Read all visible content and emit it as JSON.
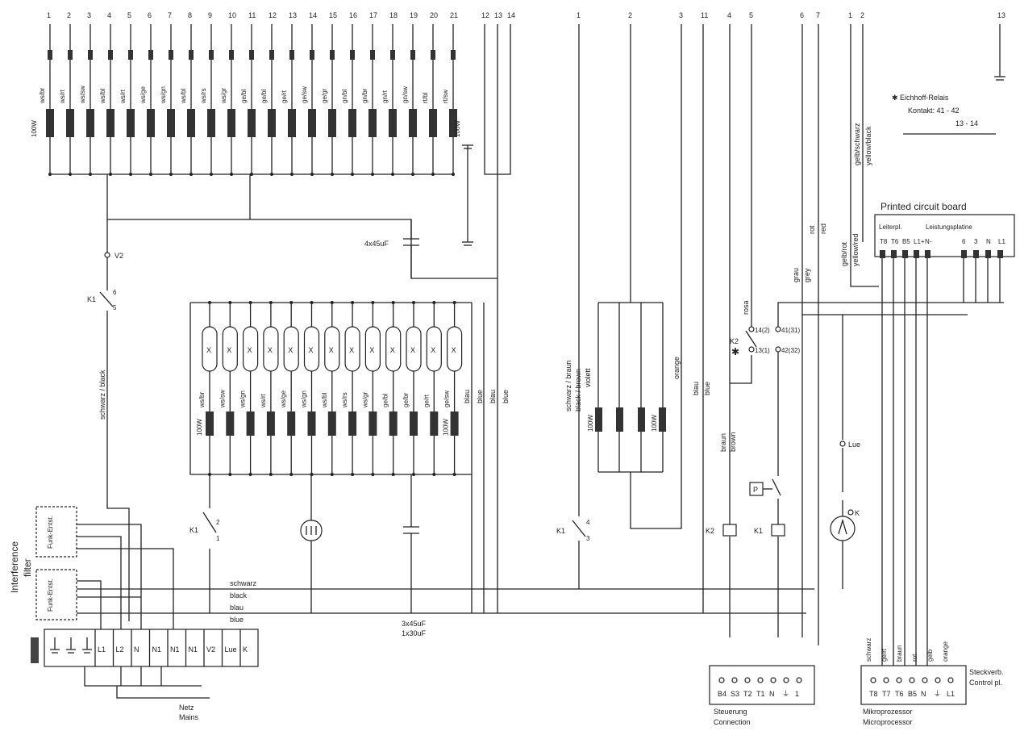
{
  "heater_bank_top": {
    "numbers": [
      "1",
      "2",
      "3",
      "4",
      "5",
      "6",
      "7",
      "8",
      "9",
      "10",
      "11",
      "12",
      "13",
      "14",
      "15",
      "16",
      "17",
      "18",
      "19",
      "20",
      "21"
    ],
    "colors": [
      "ws/br",
      "ws/rt",
      "ws/sw",
      "ws/bl",
      "ws/rt",
      "ws/ge",
      "ws/gn",
      "ws/bl",
      "ws/rs",
      "ws/gr",
      "ge/bl",
      "ge/bl",
      "ge/rt",
      "ge/sw",
      "ge/gr",
      "gn/bl",
      "gn/br",
      "gn/rt",
      "gn/sw",
      "rt/bl",
      "rt/sw"
    ],
    "watt_left": "100W",
    "watt_right": "100W",
    "extra_numbers": [
      "12",
      "13",
      "14"
    ]
  },
  "right_top_numbers": [
    "1",
    "2",
    "3",
    "11",
    "4",
    "5",
    "6",
    "7",
    "1",
    "2",
    "13"
  ],
  "relay_note": {
    "line1": "✱ Eichhoff-Relais",
    "line2": "Kontakt: 41 - 42",
    "line3": "13 - 14"
  },
  "pcb": {
    "title": "Printed circuit board",
    "left_label": "Leiterpl.",
    "right_label": "Leistungsplatine",
    "left_pins": [
      "T8",
      "T6",
      "B5",
      "L1+",
      "N-"
    ],
    "right_pins": [
      "6",
      "3",
      "N",
      "L1"
    ]
  },
  "capacitor_top": "4x45uF",
  "v2_label": "V2",
  "k1_top": {
    "name": "K1",
    "pin_a": "6",
    "pin_b": "5"
  },
  "k1_mid": {
    "name": "K1",
    "pin_a": "2",
    "pin_b": "1"
  },
  "k1_right": {
    "name": "K1",
    "pin_a": "4",
    "pin_b": "3"
  },
  "k2_relay": {
    "name": "K2",
    "star": "✱",
    "c1": "14(2)",
    "c2": "13(1)",
    "c3": "41(31)",
    "c4": "42(32)"
  },
  "mid_bank": {
    "colors": [
      "ws/br",
      "ws/sw",
      "ws/gn",
      "ws/rt",
      "ws/ge",
      "ws/gn",
      "ws/bl",
      "ws/rs",
      "ws/gr",
      "ge/bl",
      "ge/br",
      "ge/rt",
      "ge/sw"
    ],
    "watt_left": "100W",
    "watt_right": "100W"
  },
  "wire_labels": {
    "schwarz_black_v": "schwarz / black",
    "blau_blue_1": "blau",
    "blau_blue_2": "blue",
    "blau_blue_3": "blau",
    "blau_blue_4": "blue",
    "schwarz_braun": "schwarz / braun",
    "black_brown": "black / brown",
    "violett": "violett",
    "orange": "orange",
    "blau_right": "blau",
    "blue_right": "blue",
    "braun": "braun",
    "brown": "brown",
    "rosa": "rosa",
    "grau": "grau",
    "grey": "grey",
    "rot": "rot",
    "red": "red",
    "gelb_rot": "gelb/rot",
    "yellow_red": "yellow/red",
    "gelb_schwarz": "gelb/schwarz",
    "yellow_black": "yellow/black",
    "bottom_schwarz": "schwarz",
    "bottom_black": "black",
    "bottom_blau": "blau",
    "bottom_blue": "blue"
  },
  "right_bank": {
    "watt_left": "100W",
    "watt_right": "100W"
  },
  "lamp_label": "Lue",
  "motor_k": "K",
  "pressure_p": "P",
  "relay_k2_coil": "K2",
  "relay_k1_coil": "K1",
  "bottom_cap": {
    "line1": "3x45uF",
    "line2": "1x30uF"
  },
  "interference_filter": {
    "line1": "Interference",
    "line2": "filter",
    "box1": "Funk-Entst.",
    "box2": "Funk-Entst."
  },
  "mains_terminal": {
    "pins": [
      "L1",
      "L2",
      "N",
      "N1",
      "N1",
      "N1",
      "V2",
      "Lue",
      "K"
    ],
    "label1": "Netz",
    "label2": "Mains"
  },
  "control_connector": {
    "pins": [
      "B4",
      "S3",
      "T2",
      "T1",
      "N",
      "⏚",
      "1"
    ],
    "label1": "Steuerung",
    "label2": "Connection"
  },
  "micro_connector": {
    "pins": [
      "T8",
      "T7",
      "T6",
      "B5",
      "N",
      "⏚",
      "L1"
    ],
    "wire_labels": [
      "schwarz",
      "ge/rt",
      "braun",
      "rot",
      "gelb",
      "orange"
    ],
    "label1": "Mikroprozessor",
    "label2": "Microprocessor",
    "side1": "Steckverb.",
    "side2": "Control pl."
  }
}
